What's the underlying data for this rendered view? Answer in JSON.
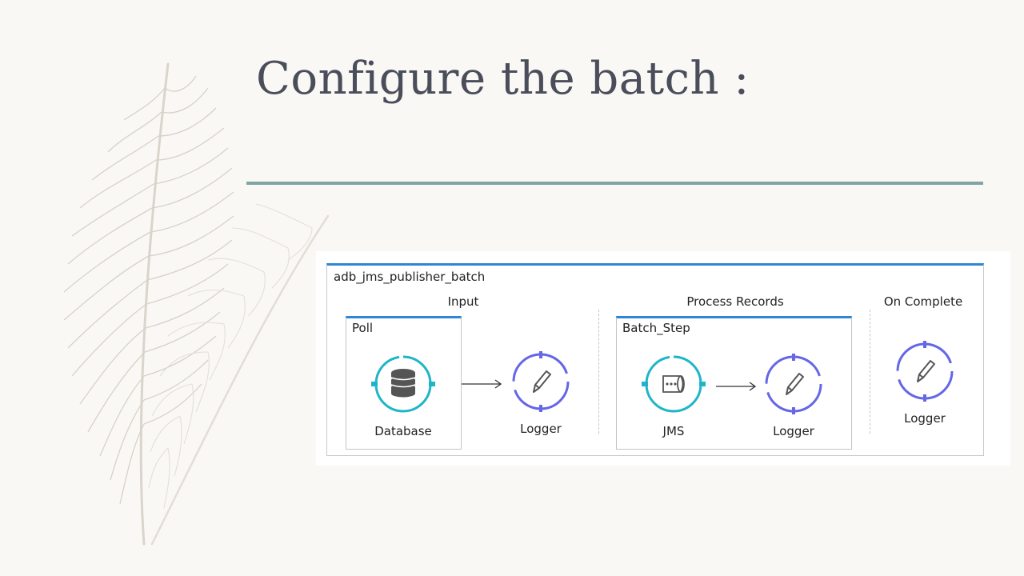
{
  "slide": {
    "title": "Configure the batch :",
    "colors": {
      "background": "#faf8f5",
      "title": "#4a4e5a",
      "divider": "#7fa6a2"
    }
  },
  "decoration": {
    "icon": "feather-icon"
  },
  "batch_flow": {
    "name": "adb_jms_publisher_batch",
    "colors": {
      "scope_border": "#2e86d4",
      "source": "#1fb5c9",
      "processor": "#6467e6"
    },
    "sections": [
      {
        "label": "Input",
        "scope": {
          "name": "Poll",
          "components": [
            {
              "label": "Database",
              "icon": "database-icon"
            }
          ]
        },
        "components": [
          {
            "label": "Logger",
            "icon": "pencil-icon"
          }
        ]
      },
      {
        "label": "Process Records",
        "scope": {
          "name": "Batch_Step",
          "components": [
            {
              "label": "JMS",
              "icon": "jms-queue-icon"
            },
            {
              "label": "Logger",
              "icon": "pencil-icon"
            }
          ]
        }
      },
      {
        "label": "On Complete",
        "components": [
          {
            "label": "Logger",
            "icon": "pencil-icon"
          }
        ]
      }
    ]
  }
}
